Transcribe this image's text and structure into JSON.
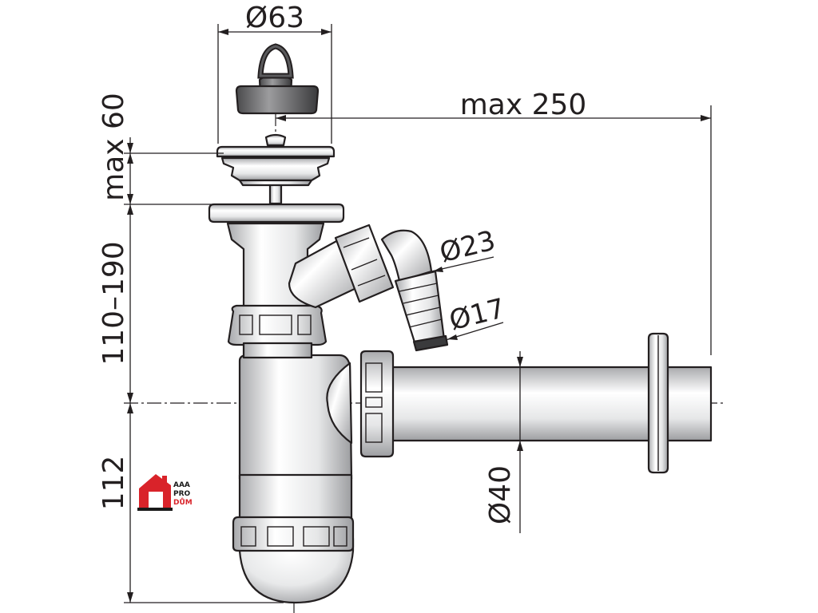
{
  "diagram": {
    "dimensions": {
      "diam_strainer": "Ø63",
      "max_height_strainer": "max 60",
      "max_length": "max 250",
      "height_range": "110–190",
      "diam_hose_outer": "Ø23",
      "diam_hose_inner": "Ø17",
      "diam_pipe": "Ø40",
      "height_trap": "112"
    },
    "logo": {
      "line1": "AAA",
      "line2": "PRO",
      "line3": "DŮM"
    },
    "colors": {
      "line": "#231f20",
      "body_gradient_light": "#ffffff",
      "body_gradient_dark": "#bfc0c2",
      "stopper_dark": "#3a3a3c",
      "logo_red": "#d9232a",
      "logo_black": "#1a1a1a"
    }
  }
}
